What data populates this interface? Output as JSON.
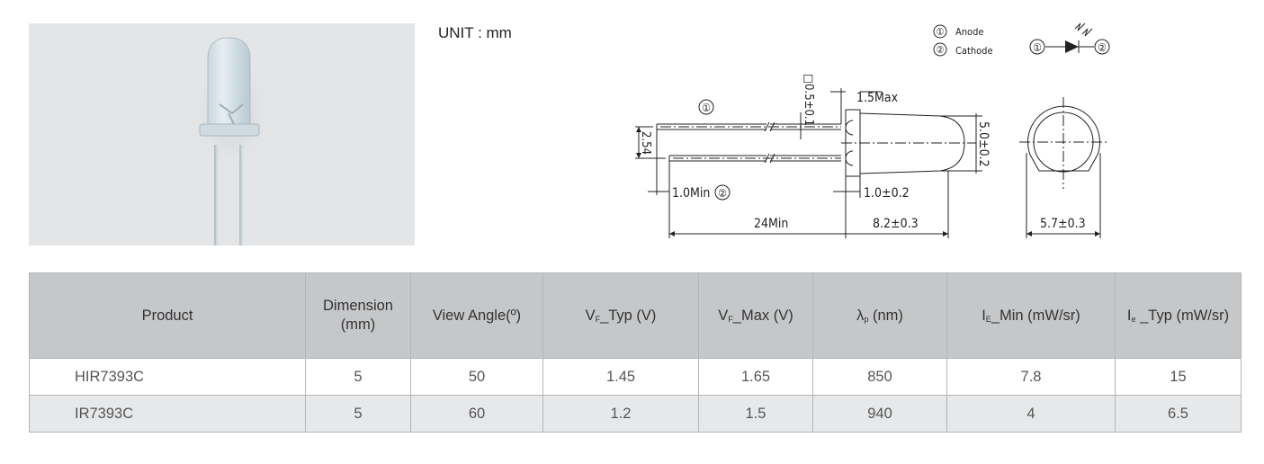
{
  "photo": {
    "alt": "5mm infrared LED component photo"
  },
  "unit_label": "UNIT : mm",
  "drawing": {
    "pin_legend": [
      {
        "num": "①",
        "label": "Anode"
      },
      {
        "num": "②",
        "label": "Cathode"
      }
    ],
    "symbol": {
      "left_pin": "①",
      "right_pin": "②"
    },
    "pin1_marker": "①",
    "pin2_marker": "②",
    "dims": {
      "lead_square": "□0.5±0.1",
      "flange_max": "1.5Max",
      "lead_pitch": "2.54",
      "lead_diff": "1.0Min",
      "lead_length": "24Min",
      "flange_thickness": "1.0±0.2",
      "body_length": "8.2±0.3",
      "body_diameter": "5.0±0.2",
      "flange_diameter": "5.7±0.3"
    }
  },
  "table": {
    "headers": [
      {
        "main": "Product"
      },
      {
        "main": "Dimension",
        "line2": "(mm)"
      },
      {
        "main": "View Angle(º)"
      },
      {
        "pre": "V",
        "sub": "F",
        "post": "_Typ (V)"
      },
      {
        "pre": "V",
        "sub": "F",
        "post": "_Max (V)"
      },
      {
        "pre": "λ",
        "sub": "p",
        "post": " (nm)"
      },
      {
        "pre": "I",
        "sub": "E",
        "post": "_Min (mW/sr)"
      },
      {
        "pre": "I",
        "sub": "e",
        "post": " _Typ (mW/sr)"
      }
    ],
    "rows": [
      [
        "HIR7393C",
        "5",
        "50",
        "1.45",
        "1.65",
        "850",
        "7.8",
        "15"
      ],
      [
        "IR7393C",
        "5",
        "60",
        "1.2",
        "1.5",
        "940",
        "4",
        "6.5"
      ]
    ]
  }
}
